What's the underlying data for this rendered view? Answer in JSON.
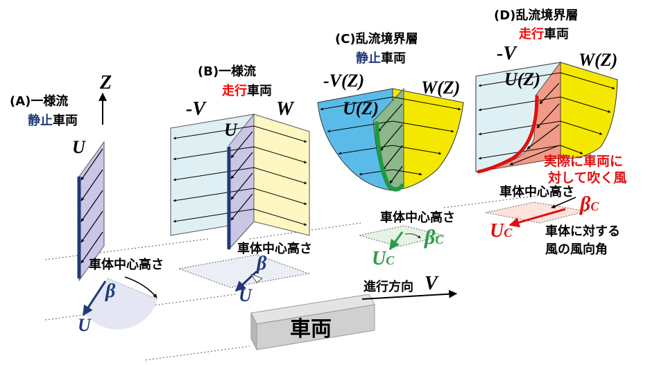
{
  "colors": {
    "navy": "#1f3a7a",
    "red": "#ff0000",
    "green": "#2e9a4a",
    "light_blue": "#dff0f4",
    "light_yellow": "#fff7c2",
    "lavender": "#c9c6e6",
    "sky_blue": "#5bbbe8",
    "yellow": "#f5e800",
    "salmon": "#f29a88"
  },
  "panelA": {
    "prefix": "(A)一様流",
    "static_word": "静止",
    "vehicle": "車両",
    "axis_z": "Z",
    "u_label": "U",
    "center_height": "車体中心高さ",
    "beta": "β",
    "u_bottom": "U"
  },
  "panelB": {
    "prefix": "(B)一様流",
    "moving_word": "走行",
    "vehicle": "車両",
    "neg_v": "-V",
    "w_label": "W",
    "u_label": "U",
    "center_height": "車体中心高さ",
    "beta": "β",
    "u_bottom": "U"
  },
  "panelC": {
    "prefix": "(C)乱流境界層",
    "static_word": "静止",
    "vehicle": "車両",
    "neg_vz": "-V(Z)",
    "wz": "W(Z)",
    "uz": "U(Z)",
    "center_height": "車体中心高さ",
    "beta_c": "β",
    "beta_sub": "C",
    "uc": "U",
    "uc_sub": "C"
  },
  "panelD": {
    "prefix": "(D)乱流境界層",
    "moving_word": "走行",
    "vehicle": "車両",
    "neg_v": "-V",
    "wz": "W(Z)",
    "uz": "U(Z)",
    "wind_line1": "実際に車両に",
    "wind_line2": "対して吹く風",
    "center_height": "車体中心高さ",
    "beta_c": "β",
    "beta_sub": "C",
    "uc": "U",
    "uc_sub": "C",
    "angle_line1": "車体に対する",
    "angle_line2": "風の風向角"
  },
  "vehicle_block": {
    "label": "車両",
    "direction": "進行方向",
    "v_label": "V"
  }
}
